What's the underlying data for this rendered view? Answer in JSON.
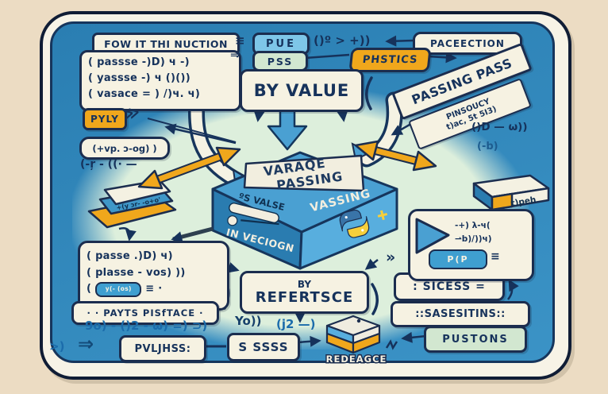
{
  "colors": {
    "background": "#ecdcc3",
    "frame": "#f7f3e6",
    "frame_border": "#101d35",
    "panel_blue": "#2f86b9",
    "mint": "#ddefdc",
    "cream": "#f6f2e2",
    "ink_navy": "#16325b",
    "orange": "#f0a71c",
    "light_blue": "#7ec6e8",
    "pale_green": "#d2e7d0",
    "cube_left_face": "#2a7cb0",
    "cube_top_face": "#4aa0d2",
    "cube_right_face": "#58aede",
    "python_blue": "#3974a8",
    "python_yellow": "#f7cf3a",
    "code_blue": "#1b6cab",
    "pill_blue": "#3f9fd0",
    "arrow_orange": "#f0a71c"
  },
  "top_left": {
    "title": "FOW IT THI NUCTION",
    "lines": [
      "( passse -)D) ч -)",
      "( yassse -) ч ()())",
      "( vasace = ) /)ч. ч)"
    ]
  },
  "glyphs": {
    "equals": "≡",
    "arrow_right": "⇒",
    "chevrons": "≫",
    "double_chevron": "»",
    "big_arrow": "⇒"
  },
  "top_center": {
    "pue": "PUE",
    "pss": "PSS",
    "symbols": "()º > +))"
  },
  "top_right": {
    "paceection": "PACEECTION",
    "phstics": "PHSTICS",
    "banner_main": "PASSING PASS",
    "banner_sub_line1": "PINSOUCY",
    "banner_sub_line2": "t)ac, 5t 5I3)",
    "symbols_1": "()D — ω))",
    "symbols_2": "(-b)"
  },
  "center": {
    "by_value": "BY VALUE",
    "cube_top_line1": "VARAQE",
    "cube_top_line2": "PASSING",
    "cube_left_line1": "ºS VALSE",
    "cube_left_line2": "IN VECIOGN",
    "cube_right_label": "VASSING",
    "by_ref_line1": "BY",
    "by_ref_line2": "REFERTSCE"
  },
  "left_side": {
    "pyly": "PYLY",
    "pill_code": "(+vp. ɔ-og) )",
    "symbols": "(-ŗ - ((· —",
    "platform_text": "+(y ɔr- -o+o'"
  },
  "right_side": {
    "box_label": "t)peh"
  },
  "lower_left": {
    "line1": "( passe .)D) ч)",
    "line2": "( plasse - vos) ))",
    "open_paren": "(",
    "pill": "y(- (os)",
    "after_pill": "≡ ·",
    "caption": "· · PAYTS PISfTACE ·"
  },
  "bottom": {
    "math_line": "9o) - ()2 - ω) =) ⊃)",
    "yo": "Yo))",
    "j2": "(j2 —)",
    "symbols": ">)",
    "pvljhss": "PVLJHSS:",
    "s_ssss": "S SSSS",
    "redeagce": "REDEAGCE",
    "pustons": "PUSTONS"
  },
  "right_column": {
    "tri_line1": "-+) λ-ч(",
    "tri_line2": "⇀b)/))ч)",
    "pp_pill": "P(P",
    "after_pp": "≡",
    "sicess": ": SICESS =",
    "sasesitins": "::SASESITINS::"
  }
}
